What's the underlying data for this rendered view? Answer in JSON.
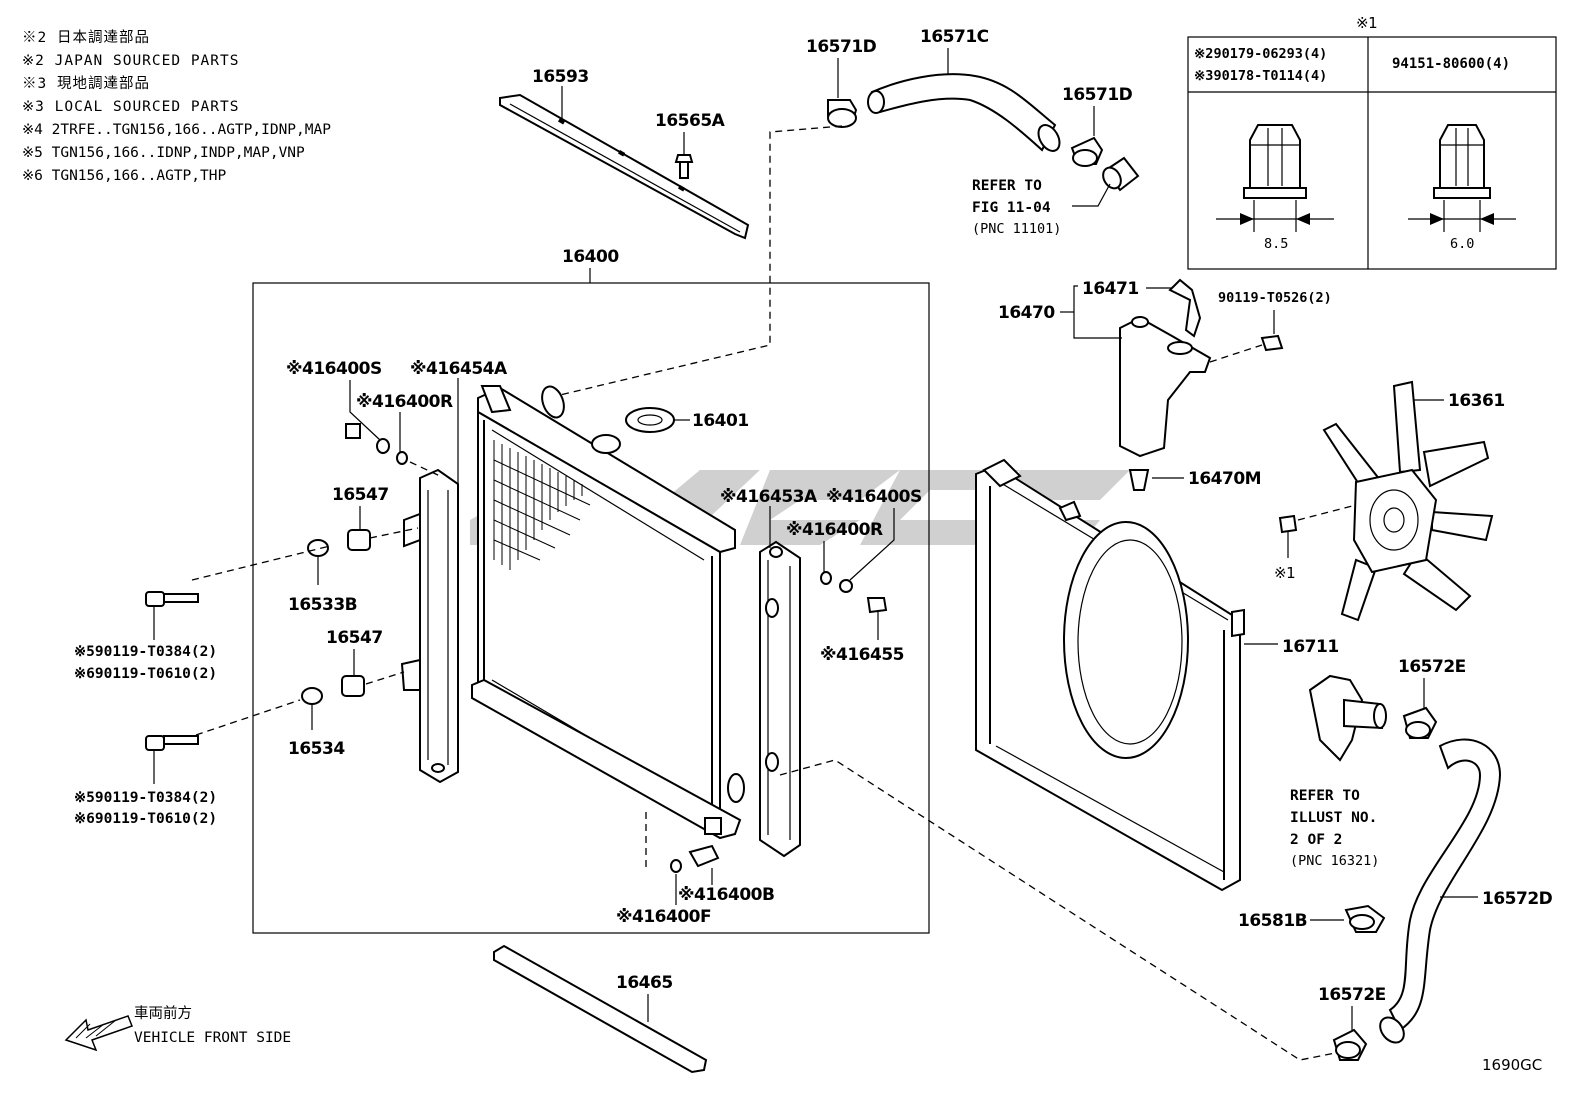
{
  "notes": [
    "※2 日本調達部品",
    "※2 JAPAN SOURCED PARTS",
    "※3 現地調達部品",
    "※3 LOCAL SOURCED PARTS",
    "※4 2TRFE..TGN156,166..AGTP,IDNP,MAP",
    "※5 TGN156,166..IDNP,INDP,MAP,VNP",
    "※6 TGN156,166..AGTP,THP"
  ],
  "table": {
    "mark": "※1",
    "left_line1": "※290179-06293(4)",
    "left_line2": "※390178-T0114(4)",
    "right_header": "94151-80600(4)",
    "left_dim": "8.5",
    "right_dim": "6.0"
  },
  "labels": {
    "p16593": "16593",
    "p16565A": "16565A",
    "p16571D_a": "16571D",
    "p16571C": "16571C",
    "p16571D_b": "16571D",
    "p16400": "16400",
    "p16401": "16401",
    "p16400S_a": "※416400S",
    "p16454A": "※416454A",
    "p16400R_a": "※416400R",
    "p16547_a": "16547",
    "p16533B": "16533B",
    "p16547_b": "16547",
    "p16534": "16534",
    "bolt_a5": "※590119-T0384(2)",
    "bolt_a6": "※690119-T0610(2)",
    "bolt_b5": "※590119-T0384(2)",
    "bolt_b6": "※690119-T0610(2)",
    "p16453A": "※416453A",
    "p16400S_b": "※416400S",
    "p16400R_b": "※416400R",
    "p16455": "※416455",
    "p16400B": "※416400B",
    "p16400F": "※416400F",
    "p16465": "16465",
    "p16471": "16471",
    "p16470": "16470",
    "p90119": "90119-T0526(2)",
    "p16470M": "16470M",
    "p16361": "16361",
    "fan_mark": "※1",
    "p16711": "16711",
    "p16572E_a": "16572E",
    "p16572D": "16572D",
    "p16581B": "16581B",
    "p16572E_b": "16572E"
  },
  "refer_fig": {
    "line1": "REFER TO",
    "line2": "FIG 11-04",
    "line3": "(PNC 11101)"
  },
  "refer_illust": {
    "line1": "REFER TO",
    "line2": "ILLUST NO.",
    "line3": "2 OF 2",
    "line4": "(PNC 16321)"
  },
  "front": {
    "jp": "車両前方",
    "en": "VEHICLE FRONT SIDE"
  },
  "figure_code": "1690GC",
  "colors": {
    "ink": "#000000",
    "watermark": "#c8c8c8"
  }
}
